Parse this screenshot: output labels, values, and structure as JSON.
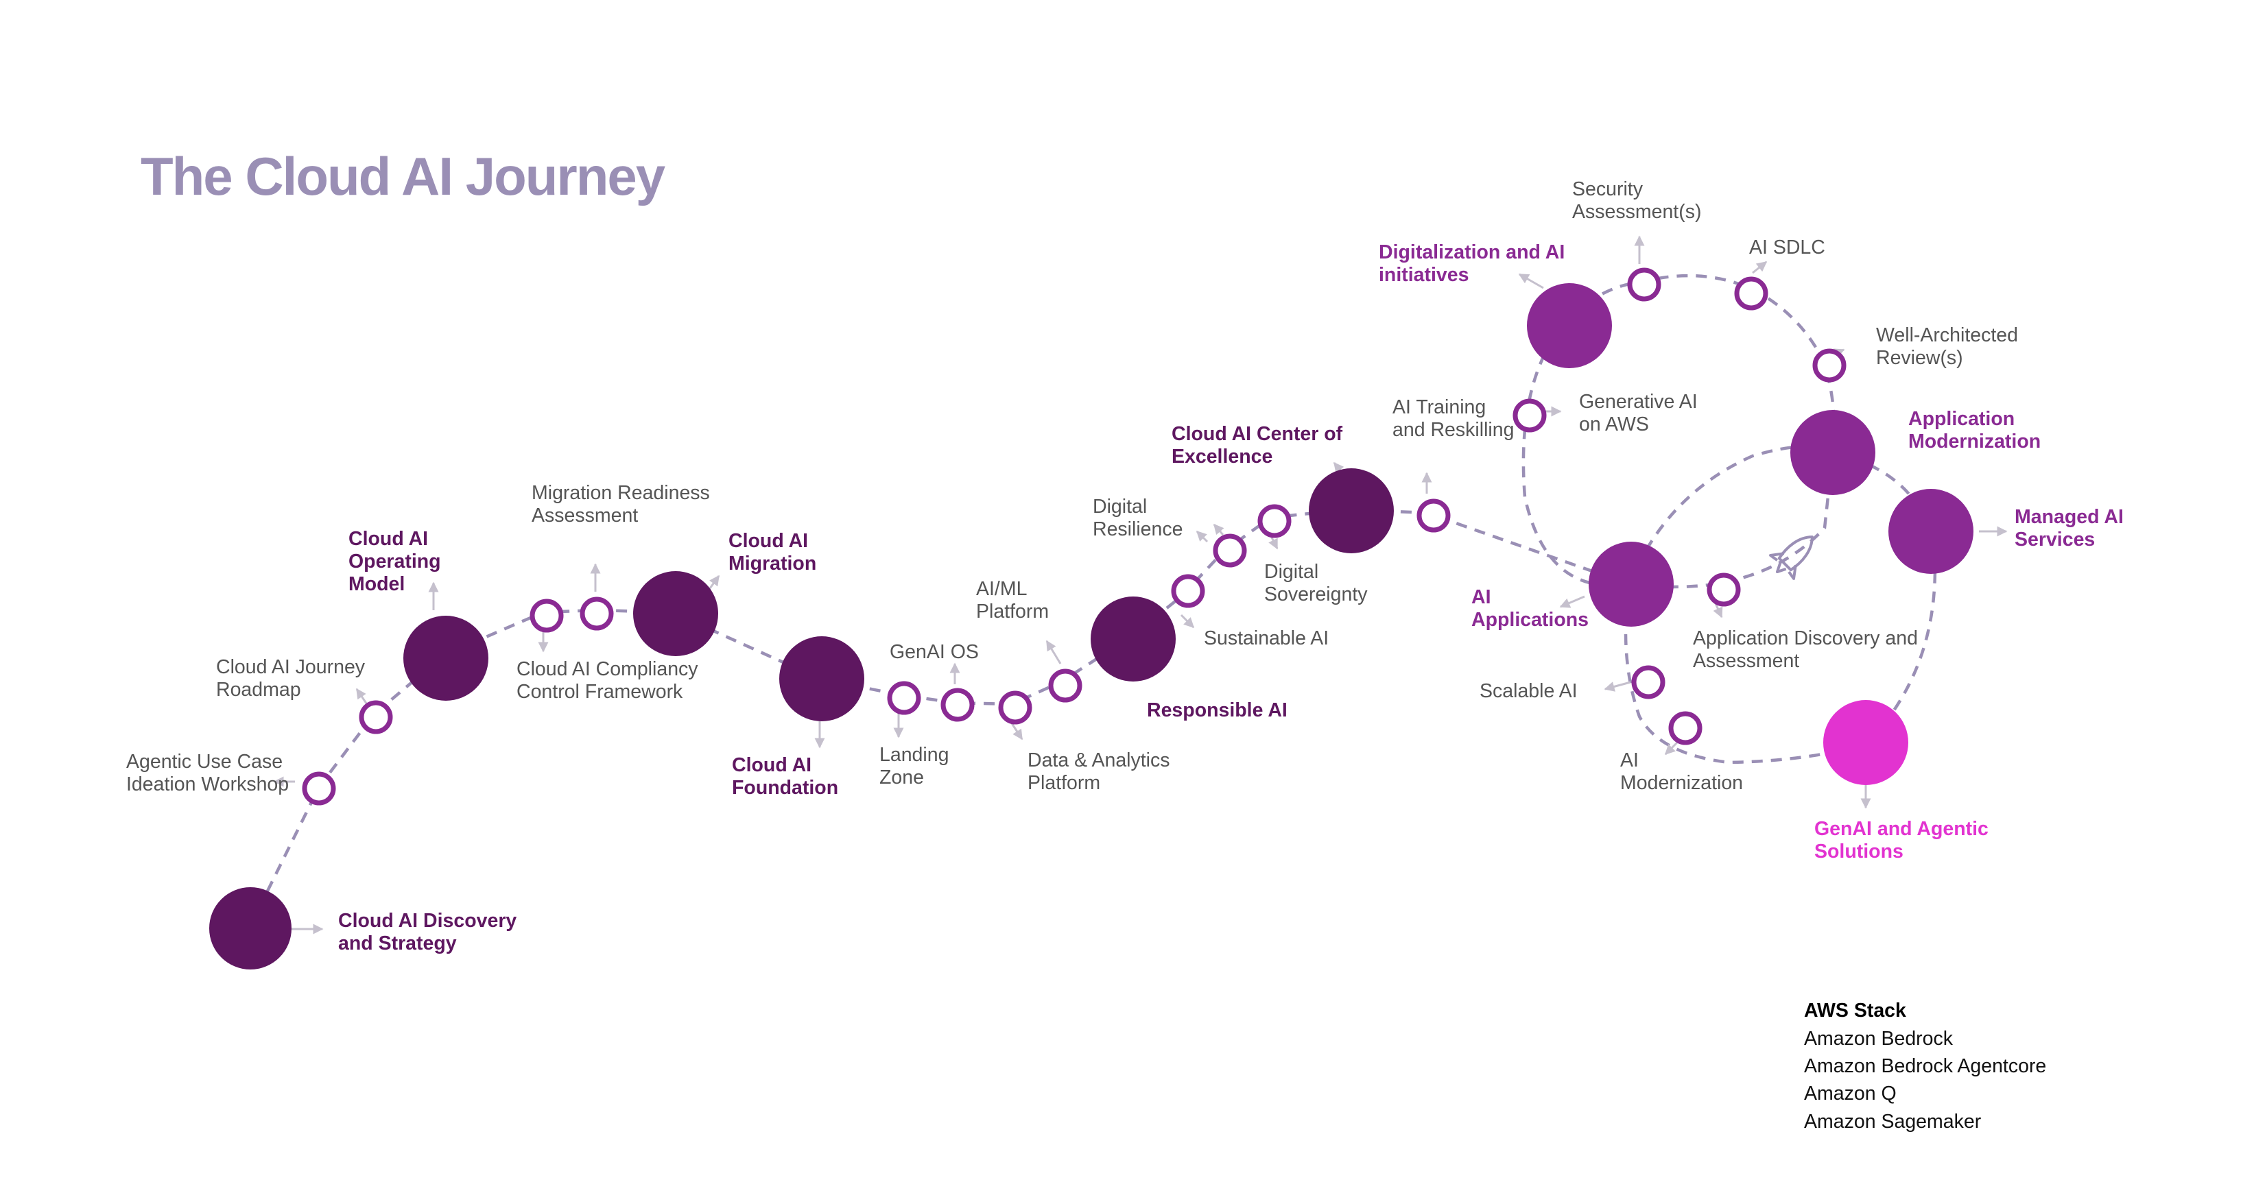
{
  "title": "The Cloud AI Journey",
  "colors": {
    "title": "#9a8fb5",
    "milestone_dark": "#5e1760",
    "milestone_mid": "#8a2a93",
    "milestone_bright": "#e233d0",
    "path": "#9a8fb5"
  },
  "milestones": [
    {
      "id": "discovery",
      "label": [
        "Cloud AI Discovery",
        "and Strategy"
      ]
    },
    {
      "id": "operating-model",
      "label": [
        "Cloud AI",
        "Operating",
        "Model"
      ]
    },
    {
      "id": "migration",
      "label": [
        "Cloud AI",
        "Migration"
      ]
    },
    {
      "id": "foundation",
      "label": [
        "Cloud AI",
        "Foundation"
      ]
    },
    {
      "id": "responsible-ai",
      "label": [
        "Responsible AI"
      ]
    },
    {
      "id": "coe",
      "label": [
        "Cloud AI Center of",
        "Excellence"
      ]
    },
    {
      "id": "digitalization",
      "label": [
        "Digitalization and AI",
        "initiatives"
      ]
    },
    {
      "id": "ai-applications",
      "label": [
        "AI",
        "Applications"
      ]
    },
    {
      "id": "app-modernization",
      "label": [
        "Application",
        "Modernization"
      ]
    },
    {
      "id": "managed-ai",
      "label": [
        "Managed AI",
        "Services"
      ]
    },
    {
      "id": "genai-agentic",
      "label": [
        "GenAI and Agentic",
        "Solutions"
      ]
    }
  ],
  "steps": [
    {
      "id": "agentic-use-case",
      "label": [
        "Agentic Use Case",
        "Ideation Workshop"
      ]
    },
    {
      "id": "journey-roadmap",
      "label": [
        "Cloud AI Journey",
        "Roadmap"
      ]
    },
    {
      "id": "compliancy-framework",
      "label": [
        "Cloud AI Compliancy",
        "Control Framework"
      ]
    },
    {
      "id": "migration-readiness",
      "label": [
        "Migration Readiness",
        "Assessment"
      ]
    },
    {
      "id": "landing-zone",
      "label": [
        "Landing",
        "Zone"
      ]
    },
    {
      "id": "genai-os",
      "label": [
        "GenAI OS"
      ]
    },
    {
      "id": "data-analytics",
      "label": [
        "Data & Analytics",
        "Platform"
      ]
    },
    {
      "id": "aiml-platform",
      "label": [
        "AI/ML",
        "Platform"
      ]
    },
    {
      "id": "sustainable-ai",
      "label": [
        "Sustainable AI"
      ]
    },
    {
      "id": "digital-resilience",
      "label": [
        "Digital",
        "Resilience"
      ]
    },
    {
      "id": "digital-sovereignty",
      "label": [
        "Digital",
        "Sovereignty"
      ]
    },
    {
      "id": "ai-training",
      "label": [
        "AI Training",
        "and Reskilling"
      ]
    },
    {
      "id": "generative-ai-aws",
      "label": [
        "Generative AI",
        "on AWS"
      ]
    },
    {
      "id": "security-assessment",
      "label": [
        "Security",
        "Assessment(s)"
      ]
    },
    {
      "id": "ai-sdlc",
      "label": [
        "AI SDLC"
      ]
    },
    {
      "id": "well-architected",
      "label": [
        "Well-Architected",
        "Review(s)"
      ]
    },
    {
      "id": "app-discovery",
      "label": [
        "Application Discovery and",
        "Assessment"
      ]
    },
    {
      "id": "scalable-ai",
      "label": [
        "Scalable AI"
      ]
    },
    {
      "id": "ai-modernization",
      "label": [
        "AI",
        "Modernization"
      ]
    }
  ],
  "aws_stack": {
    "title": "AWS Stack",
    "items": [
      "Amazon Bedrock",
      "Amazon Bedrock Agentcore",
      "Amazon Q",
      "Amazon Sagemaker"
    ]
  }
}
